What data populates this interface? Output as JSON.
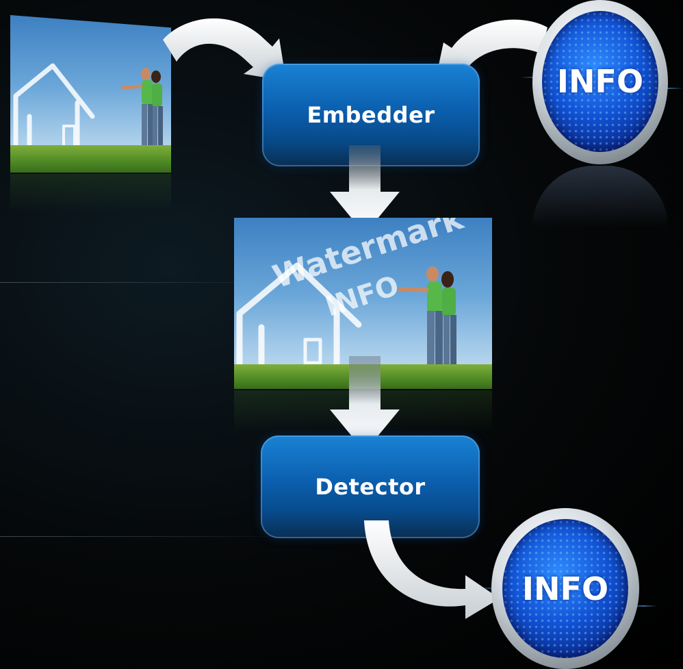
{
  "nodes": {
    "embedder": "Embedder",
    "detector": "Detector"
  },
  "info_disc_top": {
    "label": "INFO"
  },
  "info_disc_bottom": {
    "label": "INFO"
  },
  "watermarked_image": {
    "watermark_line1": "Watermark",
    "watermark_line2": "INFO"
  },
  "colors": {
    "box_blue": "#0b5fae",
    "disc_blue": "#1253d6",
    "arrow": "#ffffff",
    "background": "#000000"
  },
  "icons": [
    "house-cloud-photo",
    "info-disc",
    "curved-arrow",
    "down-arrow"
  ]
}
